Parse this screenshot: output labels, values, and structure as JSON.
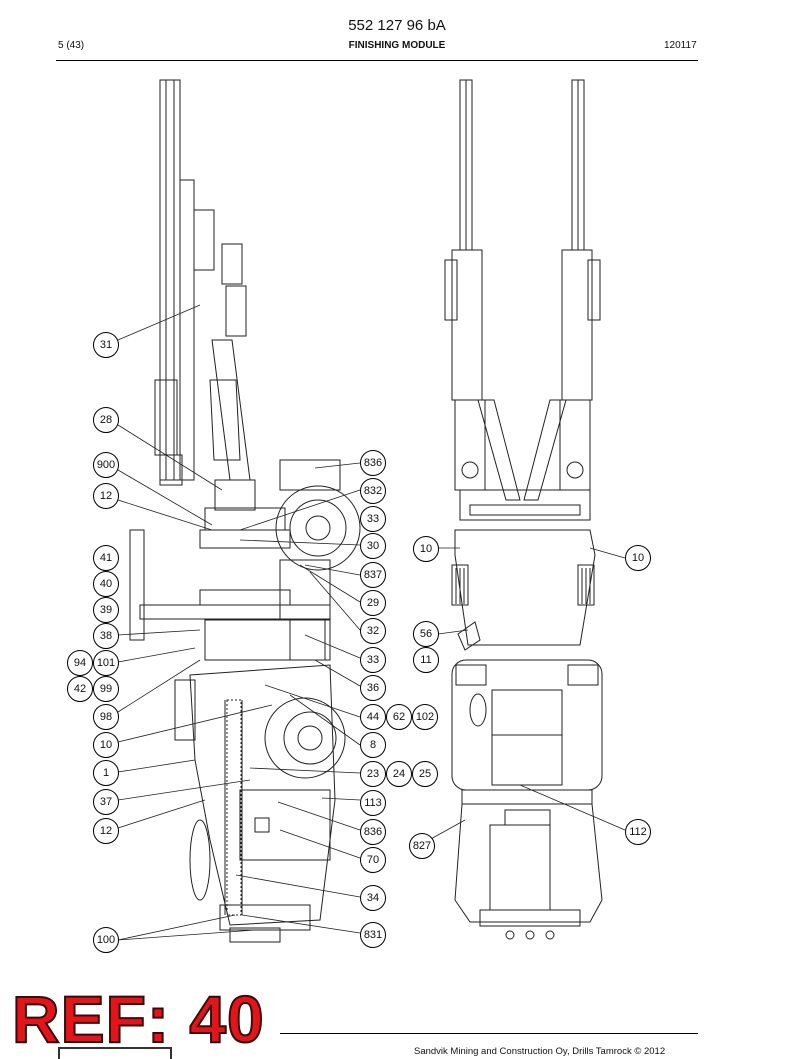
{
  "header": {
    "doc_code": "552 127 96 bA",
    "page": "5 (43)",
    "title": "FINISHING MODULE",
    "date": "120117"
  },
  "callouts": [
    {
      "label": "31"
    },
    {
      "label": "28"
    },
    {
      "label": "900"
    },
    {
      "label": "12"
    },
    {
      "label": "41"
    },
    {
      "label": "40"
    },
    {
      "label": "39"
    },
    {
      "label": "38"
    },
    {
      "label": "94"
    },
    {
      "label": "101"
    },
    {
      "label": "42"
    },
    {
      "label": "99"
    },
    {
      "label": "98"
    },
    {
      "label": "10"
    },
    {
      "label": "1"
    },
    {
      "label": "37"
    },
    {
      "label": "12"
    },
    {
      "label": "100"
    },
    {
      "label": "836"
    },
    {
      "label": "832"
    },
    {
      "label": "33"
    },
    {
      "label": "30"
    },
    {
      "label": "837"
    },
    {
      "label": "29"
    },
    {
      "label": "32"
    },
    {
      "label": "33"
    },
    {
      "label": "36"
    },
    {
      "label": "44"
    },
    {
      "label": "62"
    },
    {
      "label": "102"
    },
    {
      "label": "8"
    },
    {
      "label": "23"
    },
    {
      "label": "24"
    },
    {
      "label": "25"
    },
    {
      "label": "113"
    },
    {
      "label": "836"
    },
    {
      "label": "70"
    },
    {
      "label": "34"
    },
    {
      "label": "831"
    },
    {
      "label": "10"
    },
    {
      "label": "10"
    },
    {
      "label": "56"
    },
    {
      "label": "11"
    },
    {
      "label": "827"
    },
    {
      "label": "112"
    }
  ],
  "stamp": {
    "text": "REF: 40",
    "color": "#e3151a"
  },
  "footer": {
    "text": "Sandvik Mining and Construction Oy, Drills Tamrock © 2012"
  }
}
